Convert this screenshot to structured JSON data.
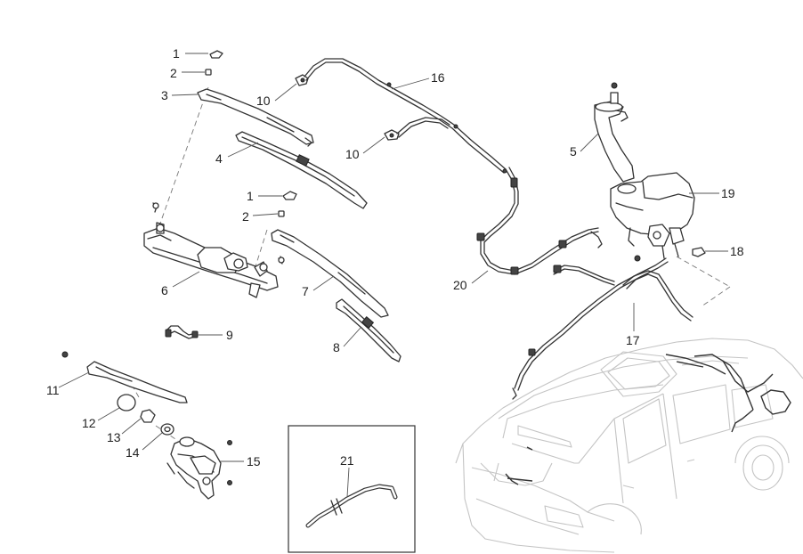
{
  "figure": {
    "background": "#ffffff",
    "ink": "#333333",
    "car_outline_color": "#c4c4c4"
  },
  "callouts": [
    {
      "id": "c1a",
      "text": "1"
    },
    {
      "id": "c2a",
      "text": "2"
    },
    {
      "id": "c3",
      "text": "3"
    },
    {
      "id": "c4",
      "text": "4"
    },
    {
      "id": "c1b",
      "text": "1"
    },
    {
      "id": "c2b",
      "text": "2"
    },
    {
      "id": "c5",
      "text": "5"
    },
    {
      "id": "c6",
      "text": "6"
    },
    {
      "id": "c7",
      "text": "7"
    },
    {
      "id": "c8",
      "text": "8"
    },
    {
      "id": "c9",
      "text": "9"
    },
    {
      "id": "c10a",
      "text": "10"
    },
    {
      "id": "c10b",
      "text": "10"
    },
    {
      "id": "c11",
      "text": "11"
    },
    {
      "id": "c12",
      "text": "12"
    },
    {
      "id": "c13",
      "text": "13"
    },
    {
      "id": "c14",
      "text": "14"
    },
    {
      "id": "c15",
      "text": "15"
    },
    {
      "id": "c16",
      "text": "16"
    },
    {
      "id": "c17",
      "text": "17"
    },
    {
      "id": "c18",
      "text": "18"
    },
    {
      "id": "c19",
      "text": "19"
    },
    {
      "id": "c20",
      "text": "20"
    },
    {
      "id": "c21",
      "text": "21"
    }
  ]
}
